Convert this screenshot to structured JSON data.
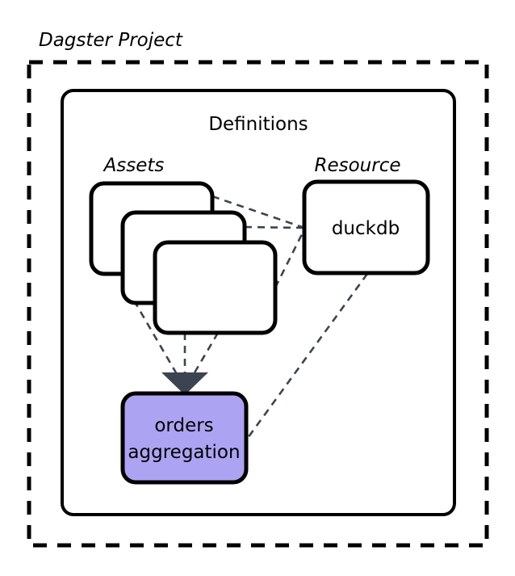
{
  "diagram": {
    "type": "block-diagram",
    "background_color": "#ffffff",
    "outer_container": {
      "label": "Dagster Project",
      "border_style": "dashed",
      "border_color": "#000000",
      "fill": "#ffffff"
    },
    "inner_container": {
      "label": "Definitions",
      "border_style": "solid",
      "border_color": "#000000",
      "fill": "#ffffff"
    },
    "groups": [
      {
        "name": "assets-group",
        "label": "Assets",
        "style": "italic"
      },
      {
        "name": "resource-group",
        "label": "Resource",
        "style": "italic"
      }
    ],
    "nodes": [
      {
        "name": "asset-stack-box-back",
        "label": "",
        "fill": "#ffffff",
        "stroke": "#000000"
      },
      {
        "name": "asset-stack-box-middle",
        "label": "",
        "fill": "#ffffff",
        "stroke": "#000000"
      },
      {
        "name": "asset-stack-box-front",
        "label": "",
        "fill": "#ffffff",
        "stroke": "#000000"
      },
      {
        "name": "duckdb-resource-node",
        "label": "duckdb",
        "fill": "#ffffff",
        "stroke": "#000000"
      },
      {
        "name": "orders-aggregation-node",
        "label_line1": "orders",
        "label_line2": "aggregation",
        "fill": "#aca4f2",
        "stroke": "#000000"
      }
    ],
    "edges": [
      {
        "name": "edge-asset-back-to-duckdb",
        "style": "dashed",
        "color": "#3d4451",
        "arrow": false
      },
      {
        "name": "edge-asset-middle-to-duckdb",
        "style": "dashed",
        "color": "#3d4451",
        "arrow": false
      },
      {
        "name": "edge-asset-front-to-duckdb",
        "style": "dashed",
        "color": "#3d4451",
        "arrow": false
      },
      {
        "name": "edge-asset-middle-to-orders",
        "style": "dashed",
        "color": "#3d4451",
        "arrow": true
      },
      {
        "name": "edge-asset-front-left-to-orders",
        "style": "dashed",
        "color": "#3d4451",
        "arrow": true
      },
      {
        "name": "edge-asset-front-right-to-orders",
        "style": "dashed",
        "color": "#3d4451",
        "arrow": true
      },
      {
        "name": "edge-duckdb-to-orders",
        "style": "dashed",
        "color": "#3d4451",
        "arrow": false
      }
    ],
    "arrowhead": {
      "name": "orders-aggregation-arrowhead",
      "shape": "kite",
      "color": "#3d4451"
    }
  }
}
